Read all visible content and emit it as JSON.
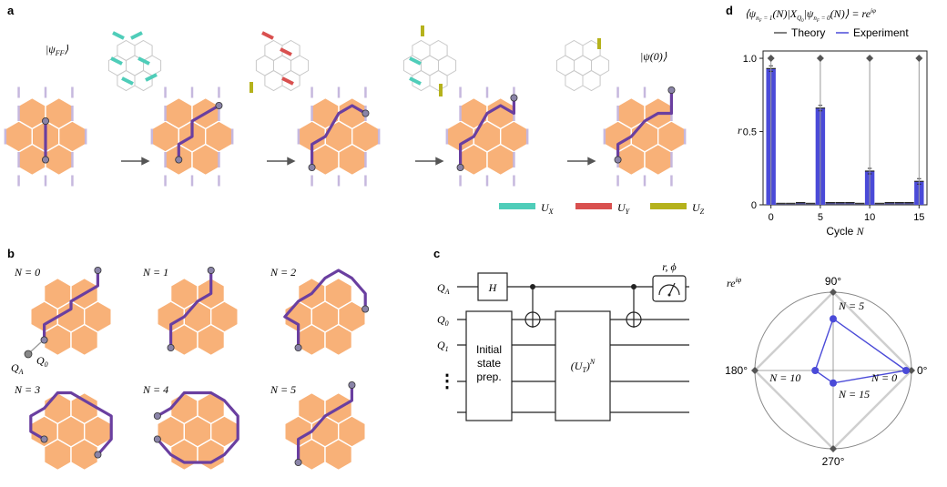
{
  "panels": {
    "a": "a",
    "b": "b",
    "c": "c",
    "d": "d"
  },
  "panel_a": {
    "state_ff": "|ψ",
    "state_ff_sub": "FF",
    "state_ff_close": "⟩",
    "state_zero": "|ψ(0)⟩",
    "legend": [
      {
        "label": "U",
        "sub": "X",
        "color": "#4fcdb9"
      },
      {
        "label": "U",
        "sub": "Y",
        "color": "#d9504f"
      },
      {
        "label": "U",
        "sub": "Z",
        "color": "#b5b21c"
      }
    ]
  },
  "panel_b": {
    "cycles": [
      "N = 0",
      "N = 1",
      "N = 2",
      "N = 3",
      "N = 4",
      "N = 5"
    ],
    "qa_label": "Q",
    "qa_sub": "A",
    "q0_label": "Q",
    "q0_sub": "0"
  },
  "panel_c": {
    "wires": [
      {
        "label": "Q",
        "sub": "A"
      },
      {
        "label": "Q",
        "sub": "0"
      },
      {
        "label": "Q",
        "sub": "1"
      }
    ],
    "h_gate": "H",
    "prep_lines": [
      "Initial",
      "state",
      "prep."
    ],
    "unitary": "(U",
    "unitary_sub": "T",
    "unitary_close": ")",
    "unitary_sup": "N",
    "measure_label": "r, ϕ",
    "dots": "⋮"
  },
  "panel_d": {
    "formula": "⟨ψ",
    "formula_full": "⟨ψnF=1(N)|XQ0|ψnF=0(N)⟩ = reiφ",
    "polar_label": "re",
    "polar_sup": "iφ",
    "angle_labels": [
      "90°",
      "180°",
      "0°",
      "270°"
    ],
    "polar_points": [
      {
        "label": "N = 0",
        "r": 0.93,
        "theta": 0
      },
      {
        "label": "N = 5",
        "r": 0.66,
        "theta": 90
      },
      {
        "label": "N = 10",
        "r": 0.23,
        "theta": 180
      },
      {
        "label": "N = 15",
        "r": 0.16,
        "theta": 270
      }
    ]
  },
  "chart_data": {
    "type": "bar",
    "title": "⟨ψnF=1(N)|XQ0|ψnF=0(N)⟩ = reiφ",
    "xlabel": "Cycle N",
    "ylabel": "r",
    "x": [
      0,
      1,
      2,
      3,
      4,
      5,
      6,
      7,
      8,
      9,
      10,
      11,
      12,
      13,
      14,
      15
    ],
    "series": [
      {
        "name": "Theory",
        "color": "#555555",
        "values": [
          1,
          0,
          0,
          0,
          0,
          1,
          0,
          0,
          0,
          0,
          1,
          0,
          0,
          0,
          0,
          1
        ]
      },
      {
        "name": "Experiment",
        "color": "#4a4ad8",
        "values": [
          0.93,
          0.01,
          0.01,
          0.015,
          0.01,
          0.66,
          0.015,
          0.015,
          0.015,
          0.01,
          0.23,
          0.01,
          0.015,
          0.015,
          0.015,
          0.16
        ]
      }
    ],
    "yticks": [
      0,
      0.5,
      1.0
    ],
    "ytick_labels": [
      "0",
      "0.5",
      "1.0"
    ],
    "xticks": [
      0,
      5,
      10,
      15
    ],
    "ylim": [
      0,
      1.05
    ],
    "xlim": [
      -0.8,
      15.8
    ],
    "legend": "top"
  }
}
